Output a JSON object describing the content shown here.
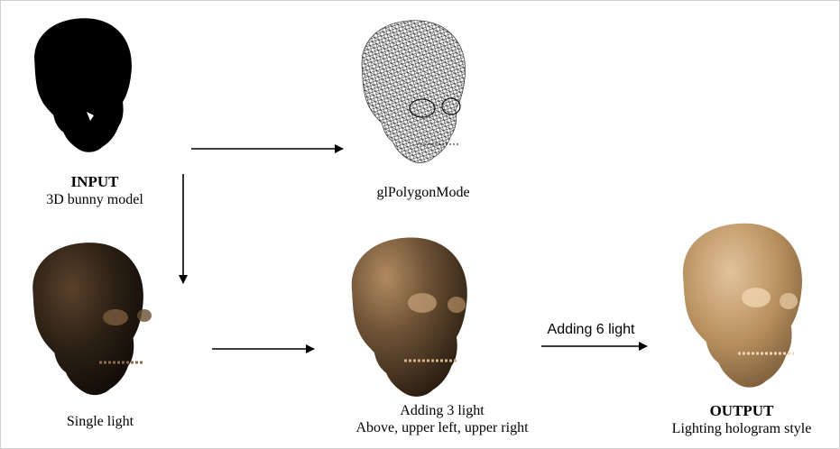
{
  "nodes": {
    "input": {
      "title": "INPUT",
      "subtitle": "3D bunny model"
    },
    "polygon": {
      "title": "glPolygonMode"
    },
    "single": {
      "title": "Single light"
    },
    "three": {
      "title": "Adding 3 light",
      "subtitle": "Above, upper left, upper right"
    },
    "output": {
      "title": "OUTPUT",
      "subtitle": "Lighting hologram style"
    }
  },
  "edges": {
    "six_light": "Adding 6 light"
  },
  "colors": {
    "silhouette": "#000000",
    "wire": "#222222",
    "bronze_dark": "#2a1f14",
    "bronze_mid": "#6e5236",
    "bronze_light": "#c9a47a",
    "arrow": "#000000"
  }
}
